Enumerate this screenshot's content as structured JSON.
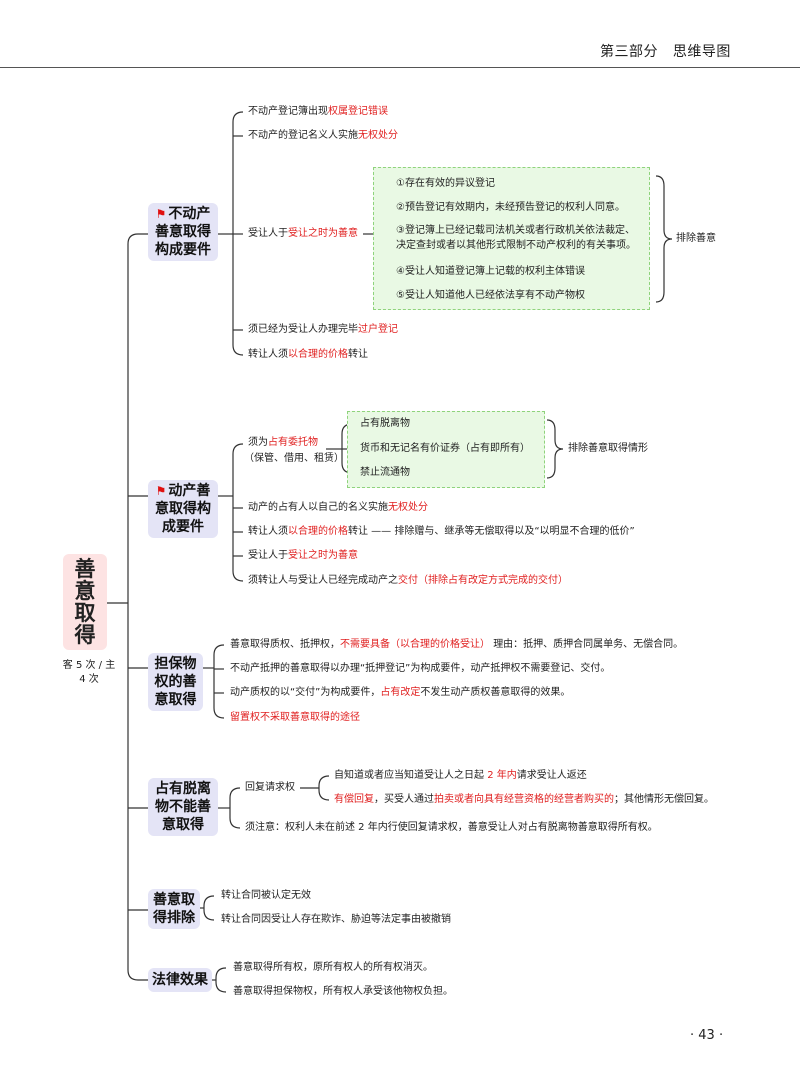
{
  "header": {
    "part": "第三部分",
    "title": "思维导图"
  },
  "page_number": "· 43 ·",
  "root": {
    "label": "善意取得",
    "note": "客 5 次 / 主 4 次"
  },
  "b1": {
    "title": "不动产善意取得构成要件",
    "i1a": "不动产登记簿出现",
    "i1b": "权属登记错误",
    "i2a": "不动产的登记名义人实施",
    "i2b": "无权处分",
    "i3a": "受让人于",
    "i3b": "受让之时为善意",
    "s1": "①存在有效的异议登记",
    "s2": "②预告登记有效期内，未经预告登记的权利人同意。",
    "s3a": "③登记簿上已经记载司法机关或者行政机关依法裁定、",
    "s3b": "决定查封或者以其他形式限制不动产权利的有关事项。",
    "s4": "④受让人知道登记簿上记载的权利主体错误",
    "s5": "⑤受让人知道他人已经依法享有不动产物权",
    "excl": "排除善意",
    "i4a": "须已经为受让人办理完毕",
    "i4b": "过户登记",
    "i5a": "转让人须",
    "i5b": "以合理的价格",
    "i5c": "转让"
  },
  "b2": {
    "title": "动产善意取得构成要件",
    "i1a": "须为",
    "i1b": "占有委托物",
    "i1c": "（保管、借用、租赁）",
    "s1": "占有脱离物",
    "s2": "货币和无记名有价证券（占有即所有）",
    "s3": "禁止流通物",
    "excl": "排除善意取得情形",
    "i2a": "动产的占有人以自己的名义实施",
    "i2b": "无权处分",
    "i3a": "转让人须",
    "i3b": "以合理的价格",
    "i3c": "转让 —— 排除赠与、继承等无偿取得以及“以明显不合理的低价”",
    "i4a": "受让人于",
    "i4b": "受让之时为善意",
    "i5a": "须转让人与受让人已经完成动产之",
    "i5b": "交付（排除占有改定方式完成的交付）"
  },
  "b3": {
    "title": "担保物权的善意取得",
    "i1a": "善意取得质权、抵押权，",
    "i1b": "不需要具备（以合理的价格受让）",
    "i1c": "理由：抵押、质押合同属单务、无偿合同。",
    "i2": "不动产抵押的善意取得以办理“抵押登记”为构成要件，动产抵押权不需要登记、交付。",
    "i3a": "动产质权的以“交付”为构成要件，",
    "i3b": "占有改定",
    "i3c": "不发生动产质权善意取得的效果。",
    "i4": "留置权不采取善意取得的途径"
  },
  "b4": {
    "title": "占有脱离物不能善意取得",
    "i1": "回复请求权",
    "s1a": "自知道或者应当知道受让人之日起 ",
    "s1b": "2 年内",
    "s1c": "请求受让人返还",
    "s2a": "有偿回复",
    "s2b": "，买受人通过",
    "s2c": "拍卖或者向具有经营资格的经营者购买的",
    "s2d": "；其他情形无偿回复。",
    "i2": "须注意：权利人未在前述 2 年内行使回复请求权，善意受让人对占有脱离物善意取得所有权。"
  },
  "b5": {
    "title": "善意取得排除",
    "i1": "转让合同被认定无效",
    "i2": "转让合同因受让人存在欺诈、胁迫等法定事由被撤销"
  },
  "b6": {
    "title": "法律效果",
    "i1": "善意取得所有权，原所有权人的所有权消灭。",
    "i2": "善意取得担保物权，所有权人承受该他物权负担。"
  },
  "colors": {
    "line": "#333333",
    "accent_red": "#e02020",
    "category_bg": "#e4e4f6",
    "root_bg": "#fde3e3",
    "box_bg": "#e9f9e4",
    "box_border": "#8fd37c"
  }
}
